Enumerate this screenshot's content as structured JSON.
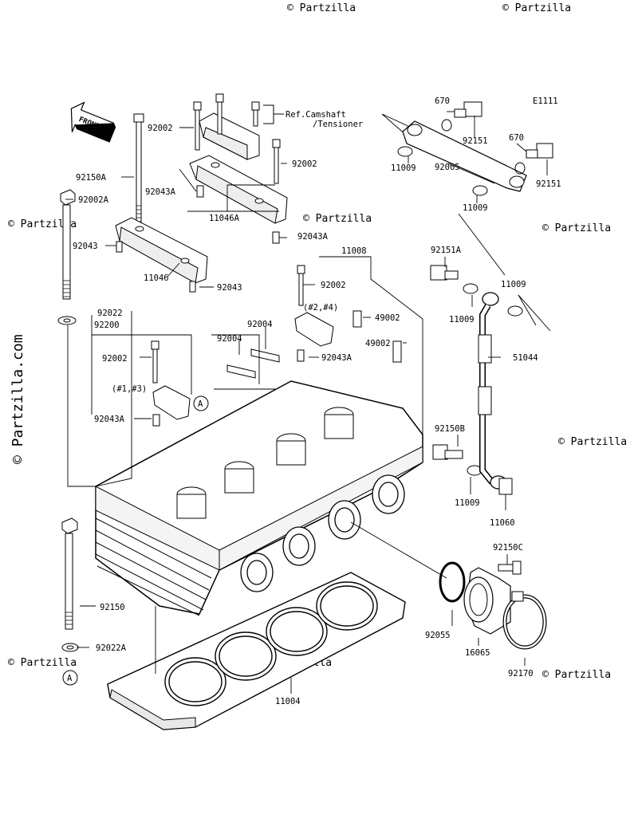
{
  "diagram_code": "E1111",
  "front_label": "FRONT",
  "reference_note": {
    "line1": "Ref.Camshaft",
    "line2": "/Tensioner"
  },
  "cylinder_notes": {
    "upper": "(#2,#4)",
    "lower": "(#1,#3)"
  },
  "watermark_main": "© Partzilla.com",
  "watermark_tile": "© Partzilla",
  "callouts": {
    "92150A": "92150A",
    "92002_a": "92002",
    "92002_b": "92002",
    "92002_c": "92002",
    "92002_d": "92002",
    "92043A_a": "92043A",
    "92043A_b": "92043A",
    "92043A_c": "92043A",
    "92043A_d": "92043A",
    "92043_a": "92043",
    "92043_b": "92043",
    "11046A": "11046A",
    "11046": "11046",
    "92002A": "92002A",
    "92022": "92022",
    "92200": "92200",
    "92004_a": "92004",
    "92004_b": "92004",
    "11008": "11008",
    "49002_a": "49002",
    "49002_b": "49002",
    "670_a": "670",
    "670_b": "670",
    "92151_a": "92151",
    "92151_b": "92151",
    "11009_a": "11009",
    "11009_b": "11009",
    "11009_c": "11009",
    "11009_d": "11009",
    "11009_e": "11009",
    "92005": "92005",
    "92151A": "92151A",
    "51044": "51044",
    "92150B": "92150B",
    "11060": "11060",
    "92150C": "92150C",
    "92055": "92055",
    "16065": "16065",
    "92170": "92170",
    "92150": "92150",
    "92022A": "92022A",
    "11004": "11004",
    "ref_A": "A"
  }
}
